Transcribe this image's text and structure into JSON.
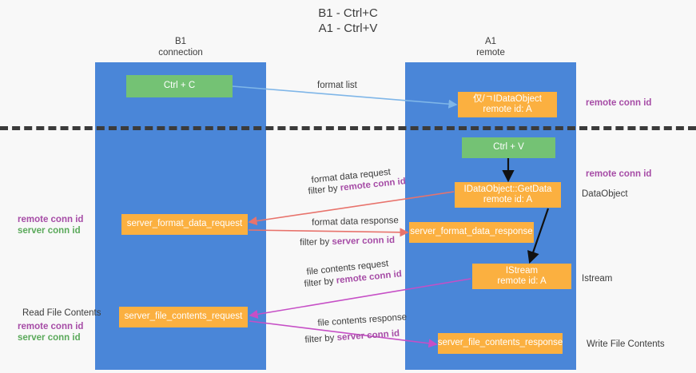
{
  "title": {
    "line1": "B1 - Ctrl+C",
    "line2": "A1 - Ctrl+V"
  },
  "lanes": [
    {
      "id": "b1",
      "name": "B1",
      "subtitle": "connection",
      "color": "#4a86d8"
    },
    {
      "id": "a1",
      "name": "A1",
      "subtitle": "remote",
      "color": "#4a86d8"
    }
  ],
  "nodes": {
    "ctrl_c": {
      "label": "Ctrl + C",
      "color": "#74c274"
    },
    "idataobject": {
      "line1": "仅/ㄱIDataObject",
      "line2": "remote id: A",
      "color": "#fbb040"
    },
    "ctrl_v": {
      "label": "Ctrl + V",
      "color": "#74c274"
    },
    "getdata": {
      "line1": "IDataObject::GetData",
      "line2": "remote id: A",
      "color": "#fbb040"
    },
    "server_format_data_request": {
      "label": "server_format_data_request",
      "color": "#fbb040"
    },
    "server_format_data_response": {
      "label": "server_format_data_response",
      "color": "#fbb040"
    },
    "istream": {
      "line1": "IStream",
      "line2": "remote id: A",
      "color": "#fbb040"
    },
    "server_file_contents_request": {
      "label": "server_file_contents_request",
      "color": "#fbb040"
    },
    "server_file_contents_response": {
      "label": "server_file_contents_response",
      "color": "#fbb040"
    }
  },
  "edge_labels": {
    "format_list": "format list",
    "format_data_request": "format data request",
    "format_data_request_filter_prefix": "filter by ",
    "format_data_request_filter_key": "remote conn id",
    "format_data_response": "format data response",
    "format_data_response_filter_prefix": "filter by ",
    "format_data_response_filter_key": "server conn id",
    "file_contents_request": "file contents request",
    "file_contents_request_filter_prefix": "filter by ",
    "file_contents_request_filter_key": "remote conn id",
    "file_contents_response": "file contents response",
    "file_contents_response_filter_prefix": "filter by ",
    "file_contents_response_filter_key": "server conn id"
  },
  "annotations": {
    "right_remote_conn_id_top": "remote conn id",
    "right_remote_conn_id_mid": "remote conn id",
    "right_dataobject": "DataObject",
    "right_istream": "Istream",
    "right_write_file_contents": "Write File Contents",
    "left_remote_conn_id_mid": "remote conn id",
    "left_server_conn_id_mid": "server conn id",
    "left_read_file_contents": "Read File Contents",
    "left_remote_conn_id_bottom": "remote conn id",
    "left_server_conn_id_bottom": "server conn id"
  },
  "colors": {
    "lane": "#4a86d8",
    "green_node": "#74c274",
    "orange_node": "#fbb040",
    "purple_text": "#a64ca6",
    "green_text": "#5aa95a",
    "arrow_blue": "#7fb6e8",
    "arrow_red": "#e8736c",
    "arrow_magenta": "#c64fc6",
    "arrow_black": "#111111",
    "divider": "#3b3b3b",
    "background": "#f8f8f8"
  }
}
